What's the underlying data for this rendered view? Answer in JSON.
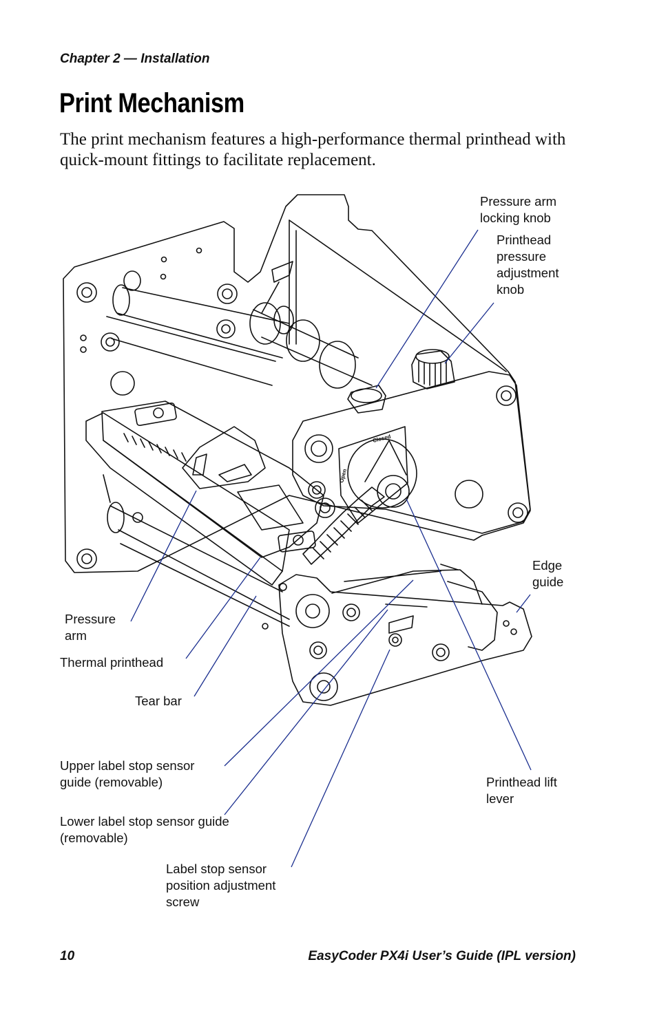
{
  "header": {
    "chapter": "Chapter 2 — Installation"
  },
  "title": "Print Mechanism",
  "intro": "The print mechanism features a high-performance thermal printhead with quick-mount fittings to facilitate replacement.",
  "figure": {
    "dial_closed": "Closed",
    "dial_open": "Open",
    "callouts": {
      "pressure_arm_locking_knob": [
        "Pressure arm",
        "locking knob"
      ],
      "printhead_pressure_adjustment_knob": [
        "Printhead",
        "pressure",
        "adjustment",
        "knob"
      ],
      "edge_guide": [
        "Edge",
        "guide"
      ],
      "pressure_arm": [
        "Pressure",
        "arm"
      ],
      "thermal_printhead": [
        "Thermal printhead"
      ],
      "tear_bar": [
        "Tear bar"
      ],
      "upper_label_stop_sensor_guide": [
        "Upper label stop sensor",
        "guide (removable)"
      ],
      "printhead_lift_lever": [
        "Printhead lift",
        "lever"
      ],
      "lower_label_stop_sensor_guide": [
        "Lower label stop sensor guide",
        "(removable)"
      ],
      "label_stop_sensor_screw": [
        "Label stop sensor",
        "position adjustment",
        "screw"
      ]
    },
    "leader_color": "#1b2f8f"
  },
  "footer": {
    "page_number": "10",
    "book_title": "EasyCoder PX4i User’s Guide (IPL version)"
  }
}
